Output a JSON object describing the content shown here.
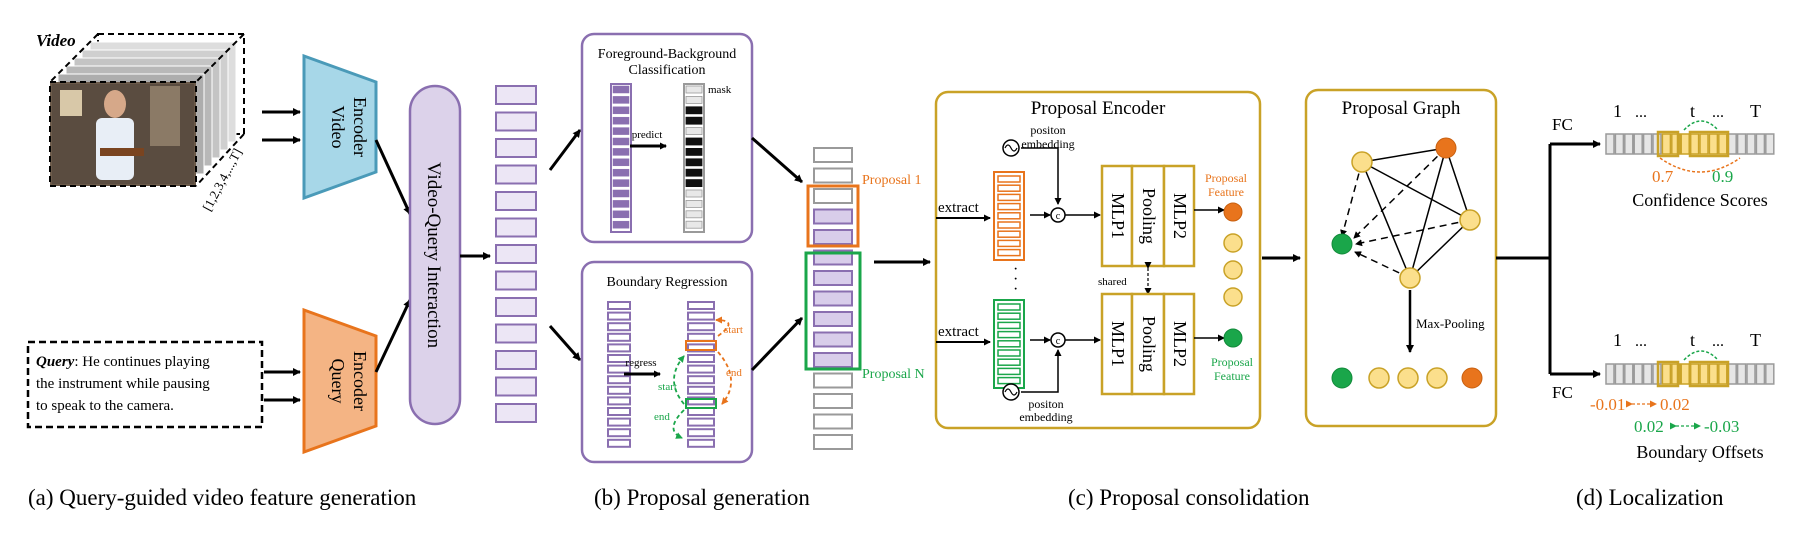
{
  "colors": {
    "purple": "#8a6fb0",
    "purple_fill": "#ece6f5",
    "gold": "#c9a227",
    "orange": "#e8741c",
    "green": "#1aa64a",
    "teal": "#4a9ab8",
    "teal_fill": "#a7d7e8",
    "orange_fill": "#f4b484",
    "node_yellow": "#fbdf8c",
    "gray": "#9a9a9a"
  },
  "video": {
    "label": "Video",
    "frame_index": "[1,2,3,4,...,T]"
  },
  "query": {
    "label": "Query",
    "line1": ": He continues playing",
    "line2": "the instrument while pausing",
    "line3": "to speak to the camera."
  },
  "encoders": {
    "video_line1": "Video",
    "video_line2": "Encoder",
    "query_line1": "Query",
    "query_line2": "Encoder",
    "interaction": "Video-Query Interaction"
  },
  "proposal_generation": {
    "fg_title1": "Foreground-Background",
    "fg_title2": "Classification",
    "mask": "mask",
    "predict": "predict",
    "br_title": "Boundary Regression",
    "regress": "regress",
    "start": "start",
    "end": "end",
    "proposal_1": "Proposal 1",
    "proposal_n": "Proposal N"
  },
  "encoder_box": {
    "title": "Proposal Encoder",
    "extract": "extract",
    "positon": "positon",
    "embedding": "embedding",
    "concat": "c",
    "mlp1": "MLP1",
    "pooling": "Pooling",
    "mlp2": "MLP2",
    "shared": "shared",
    "proposal": "Proposal",
    "feature": "Feature",
    "dots": "·"
  },
  "graph": {
    "title": "Proposal Graph",
    "max_pooling": "Max-Pooling"
  },
  "localization": {
    "fc": "FC",
    "one": "1",
    "dots": "...",
    "t": "t",
    "T": "T",
    "conf_a": "0.7",
    "conf_b": "0.9",
    "conf_label": "Confidence Scores",
    "off_a": "-0.01",
    "off_b": "0.02",
    "off_c": "0.02",
    "off_d": "-0.03",
    "off_label": "Boundary Offsets"
  },
  "captions": {
    "a": "(a) Query-guided video feature generation",
    "b": "(b) Proposal generation",
    "c": "(c) Proposal consolidation",
    "d": "(d) Localization"
  }
}
